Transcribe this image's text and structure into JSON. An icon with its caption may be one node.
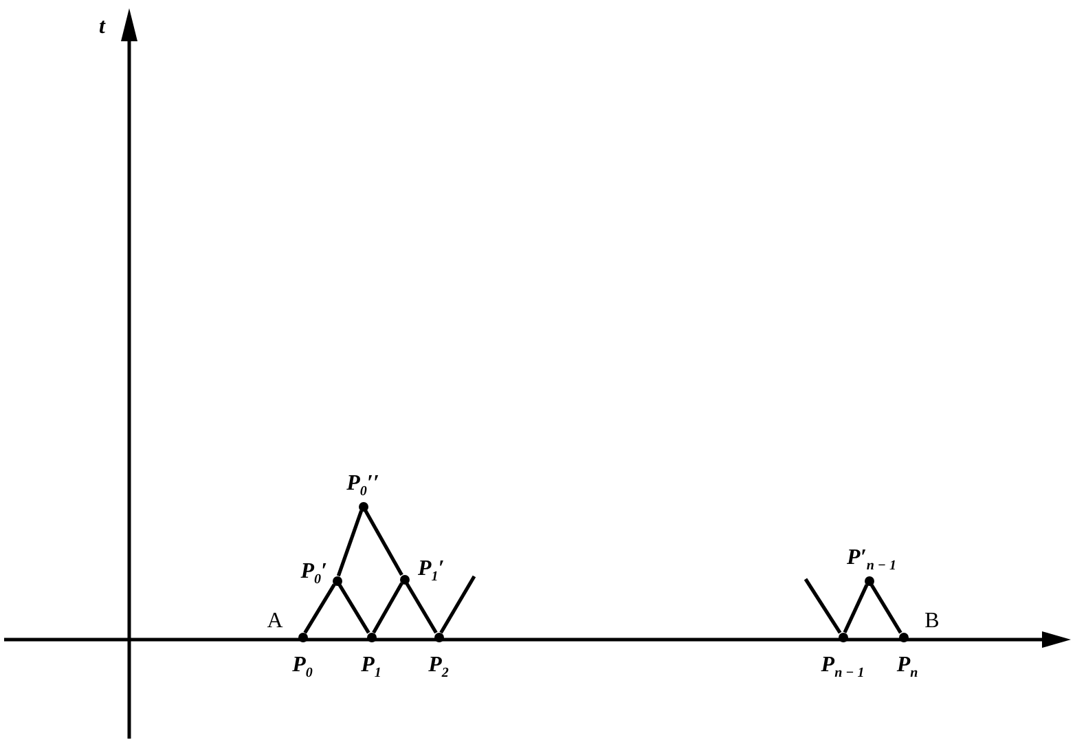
{
  "diagram": {
    "nodes": [
      {
        "text": [
          "P$_{0}$′′"
        ]
      },
      {
        "text": [
          "P$_{0}$′"
        ]
      },
      {
        "text": [
          "P$_{1}$′"
        ]
      },
      {
        "text": [
          "P′$_{n − 1}$"
        ]
      },
      {
        "text": [
          "P$_{0}$"
        ],
        "beside": [
          "A"
        ]
      },
      {
        "text": [
          "P$_{1}$"
        ]
      },
      {
        "text": [
          "P$_{2}$"
        ]
      },
      {
        "text": [
          "P$_{n − 1}$"
        ]
      },
      {
        "text": [
          "P$_{n}$"
        ],
        "beside": [
          "B"
        ]
      }
    ],
    "edges": [
      {
        "from": 4,
        "to": 1,
        "arrow": "none"
      },
      {
        "from": 1,
        "to": 0,
        "arrow": "none"
      },
      {
        "from": 0,
        "to": 2,
        "arrow": "none"
      },
      {
        "from": 1,
        "to": 5,
        "arrow": "none"
      },
      {
        "from": 5,
        "to": 2,
        "arrow": "none"
      },
      {
        "from": 2,
        "to": 6,
        "arrow": "none"
      },
      {
        "from": 6,
        "to": null,
        "arrow": "none"
      },
      {
        "from": null,
        "to": 7,
        "arrow": "none"
      },
      {
        "from": 7,
        "to": 3,
        "arrow": "none"
      },
      {
        "from": 3,
        "to": 8,
        "arrow": "none"
      }
    ],
    "labels": [
      "t"
    ]
  }
}
